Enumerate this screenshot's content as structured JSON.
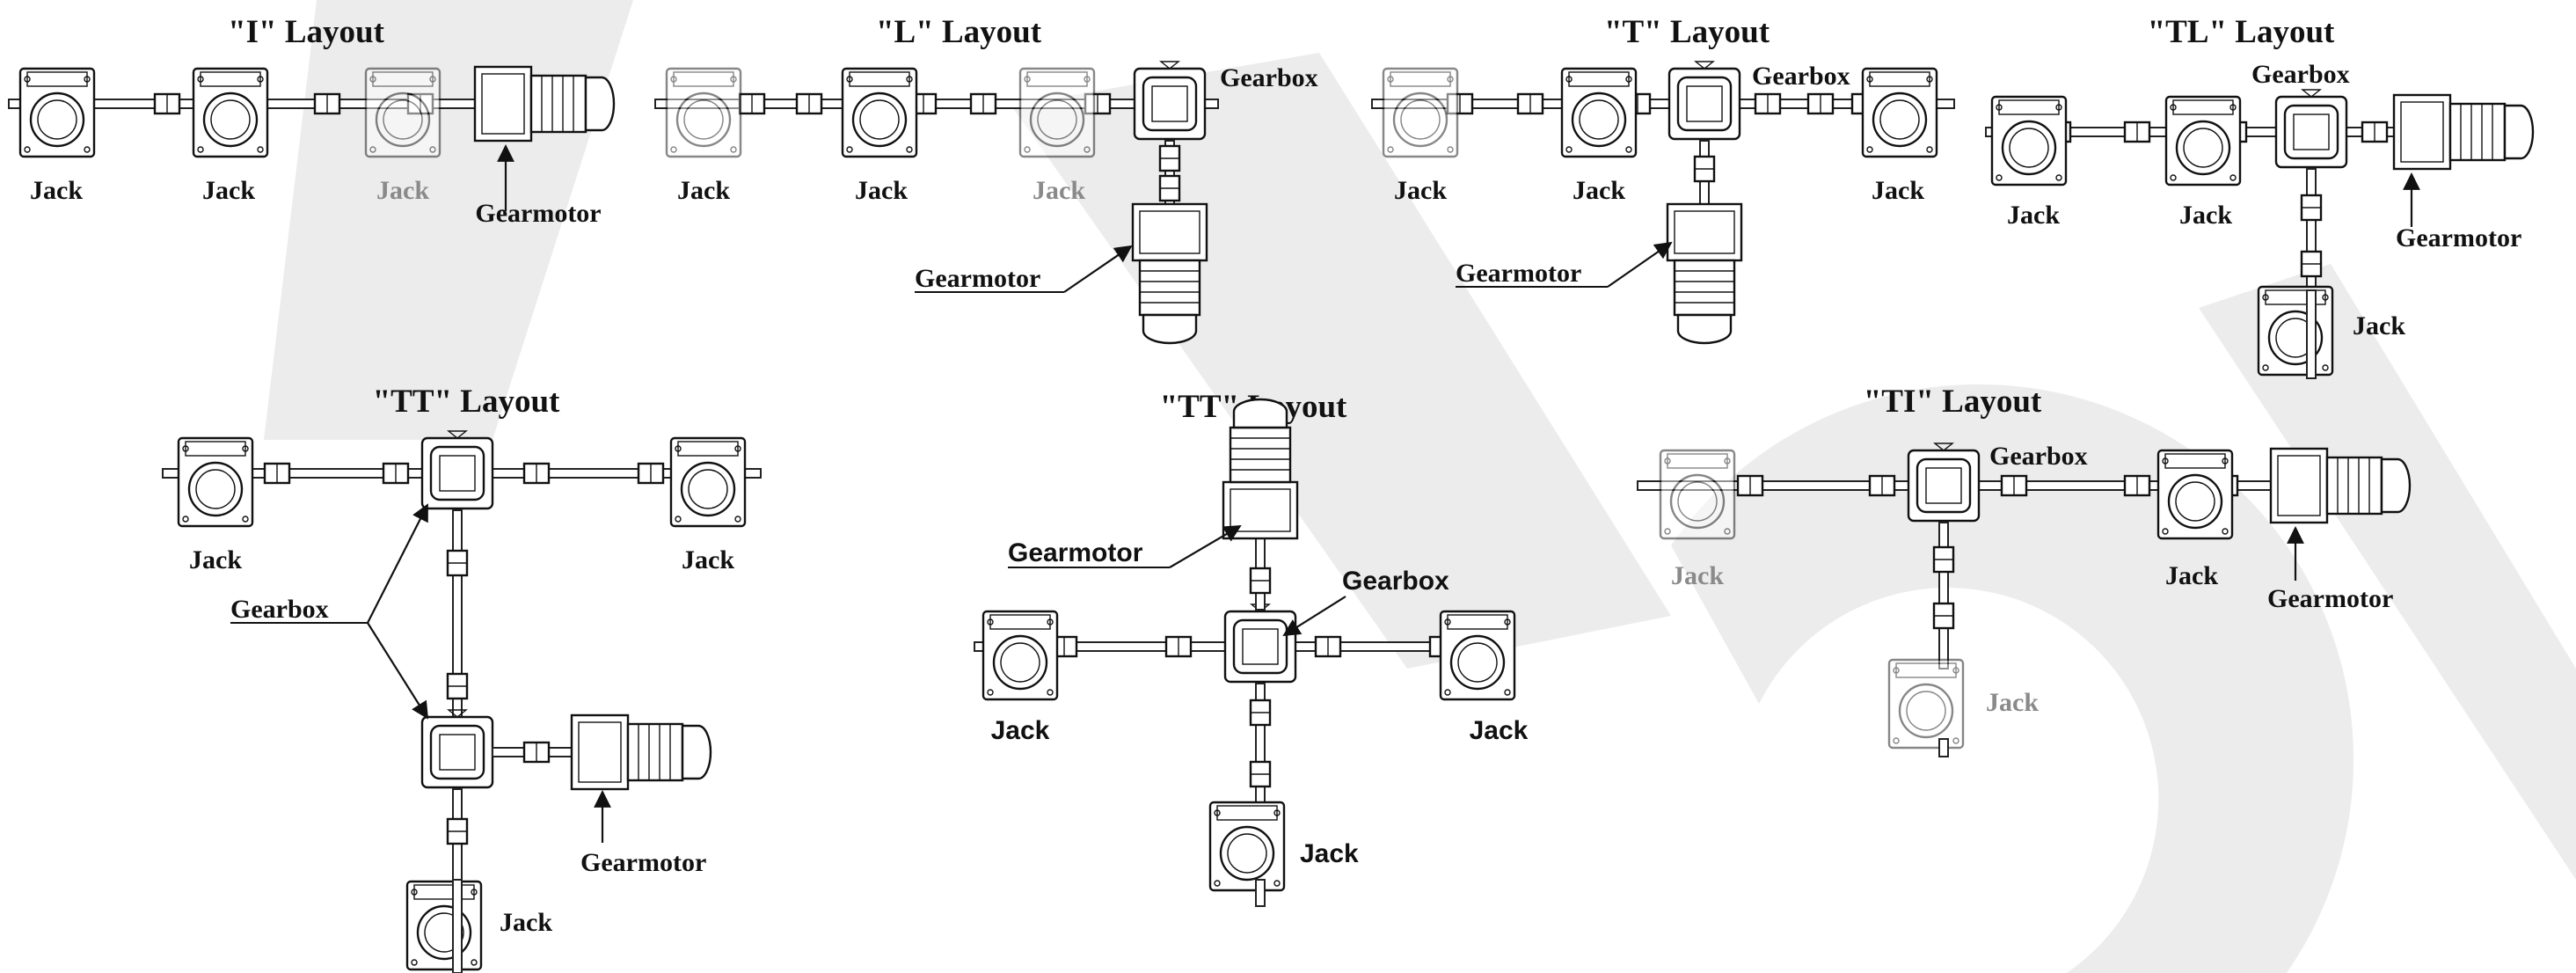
{
  "labels": {
    "jack": "Jack",
    "gearbox": "Gearbox",
    "gearmotor": "Gearmotor"
  },
  "layouts": [
    {
      "title": "\"I\" Layout"
    },
    {
      "title": "\"L\" Layout"
    },
    {
      "title": "\"T\" Layout"
    },
    {
      "title": "\"TL\" Layout"
    },
    {
      "title": "\"TT\" Layout"
    },
    {
      "title": "\"TT\" Layout"
    },
    {
      "title": "\"TI\" Layout"
    }
  ]
}
